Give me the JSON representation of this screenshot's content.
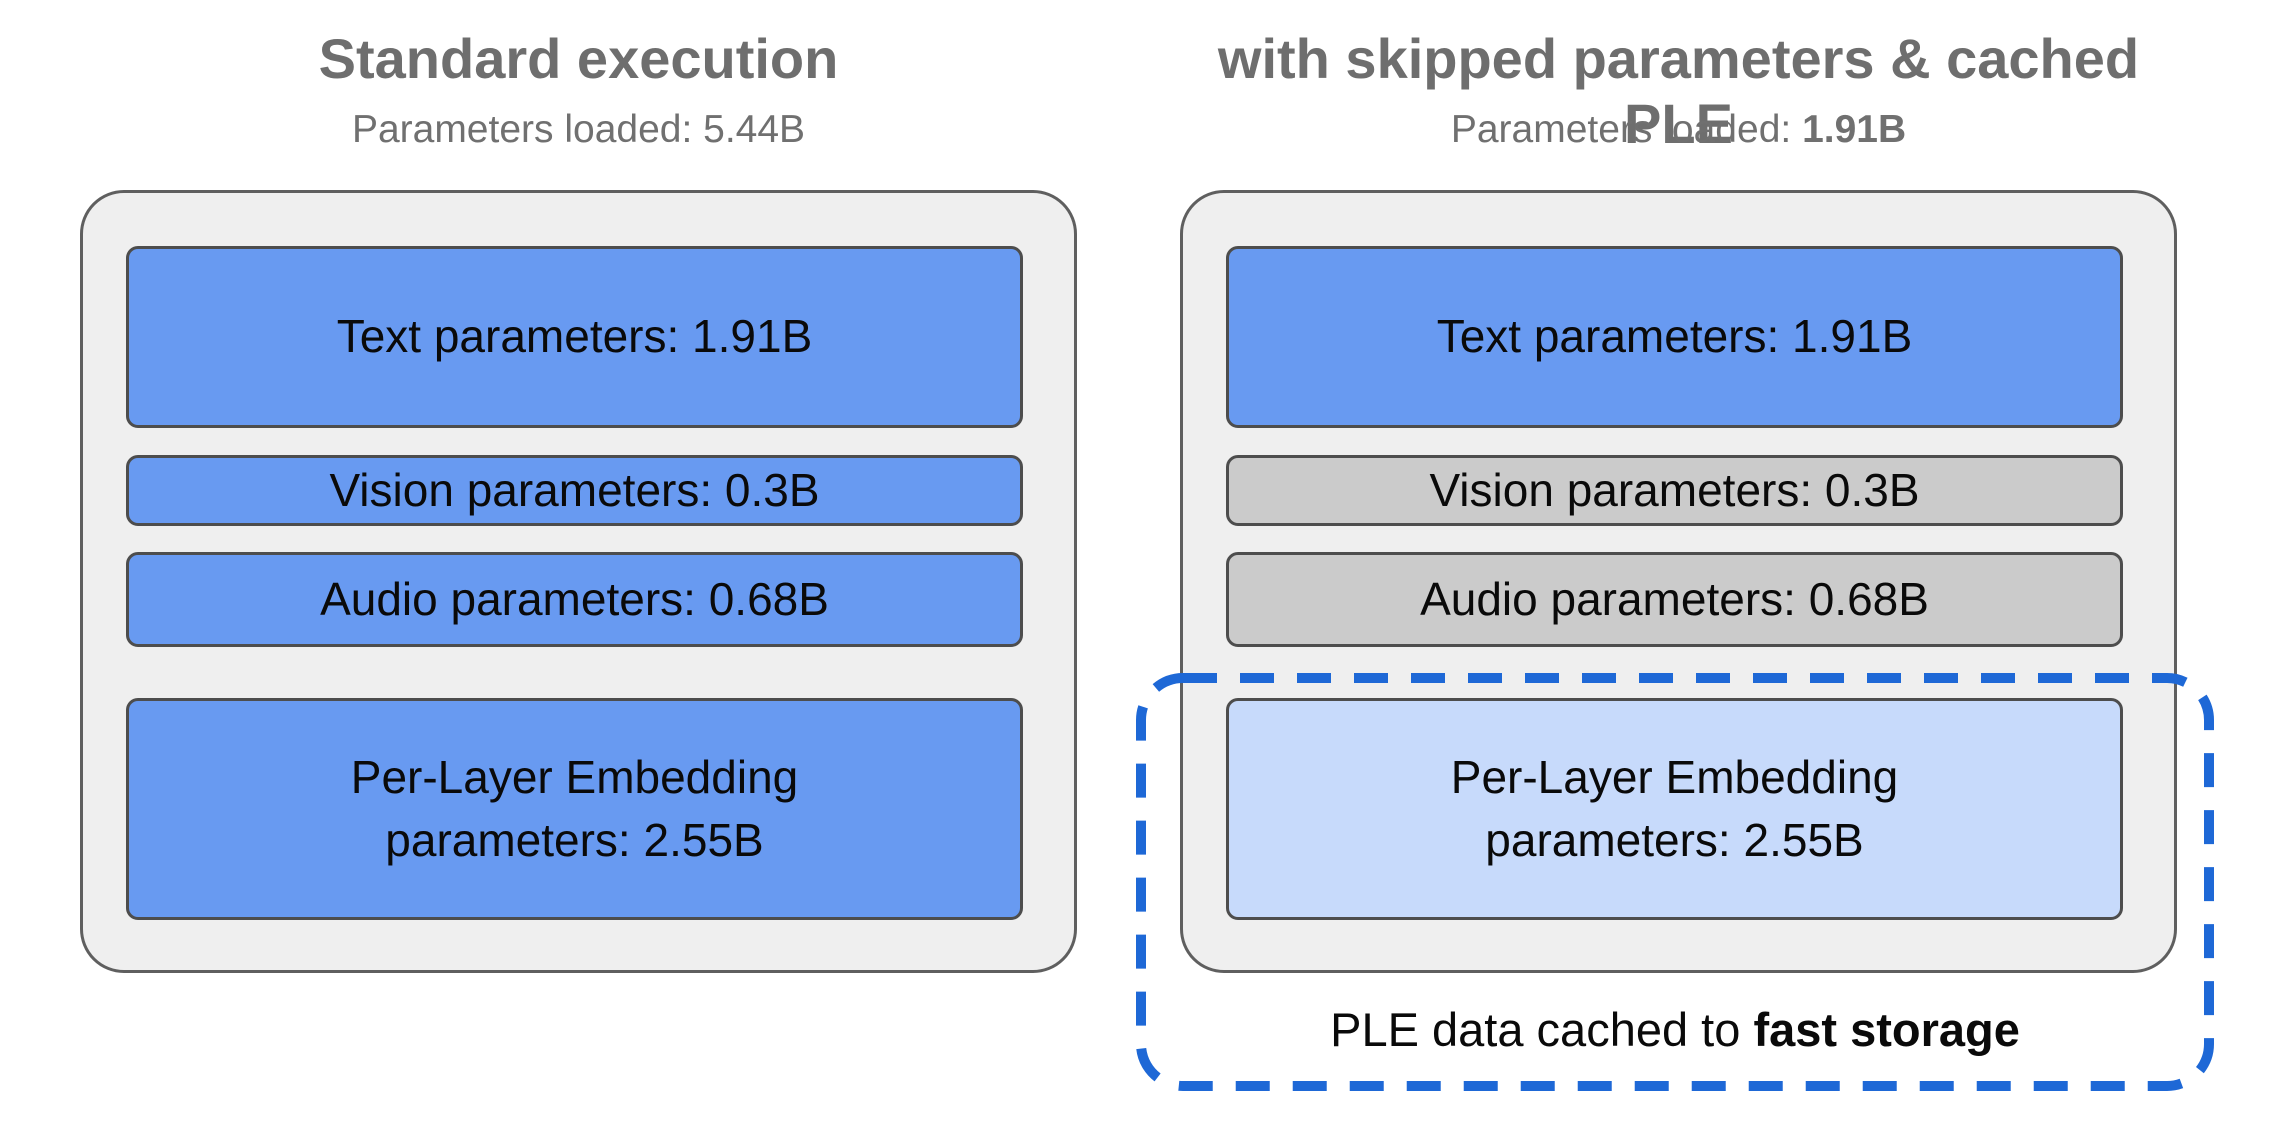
{
  "colors": {
    "loaded_blue": "#689af1",
    "cached_light_blue": "#c7dafb",
    "skipped_gray": "#cbcbcb",
    "panel_bg": "#efefef",
    "panel_border": "#5f5f5f",
    "module_border": "#4d4d4d",
    "dashed_blue": "#1e68d6",
    "title_gray": "#6e6e6e",
    "text_black": "#0a0a0a"
  },
  "left_panel": {
    "title": "Standard execution",
    "subtitle_label": "Parameters loaded: ",
    "subtitle_value": "5.44B",
    "modules": [
      {
        "label": "Text parameters: 1.91B",
        "color": "#689af1"
      },
      {
        "label": "Vision parameters: 0.3B",
        "color": "#689af1"
      },
      {
        "label": "Audio parameters: 0.68B",
        "color": "#689af1"
      },
      {
        "label": "Per-Layer Embedding\nparameters: 2.55B",
        "color": "#689af1"
      }
    ]
  },
  "right_panel": {
    "title": "with skipped parameters & cached PLE",
    "subtitle_label": "Parameters loaded: ",
    "subtitle_value": "1.91B",
    "modules": [
      {
        "label": "Text parameters: 1.91B",
        "color": "#689af1"
      },
      {
        "label": "Vision parameters: 0.3B",
        "color": "#cbcbcb"
      },
      {
        "label": "Audio parameters: 0.68B",
        "color": "#cbcbcb"
      },
      {
        "label": "Per-Layer Embedding\nparameters: 2.55B",
        "color": "#c7dafb"
      }
    ],
    "caption_prefix": "PLE data cached to ",
    "caption_bold": "fast storage"
  }
}
